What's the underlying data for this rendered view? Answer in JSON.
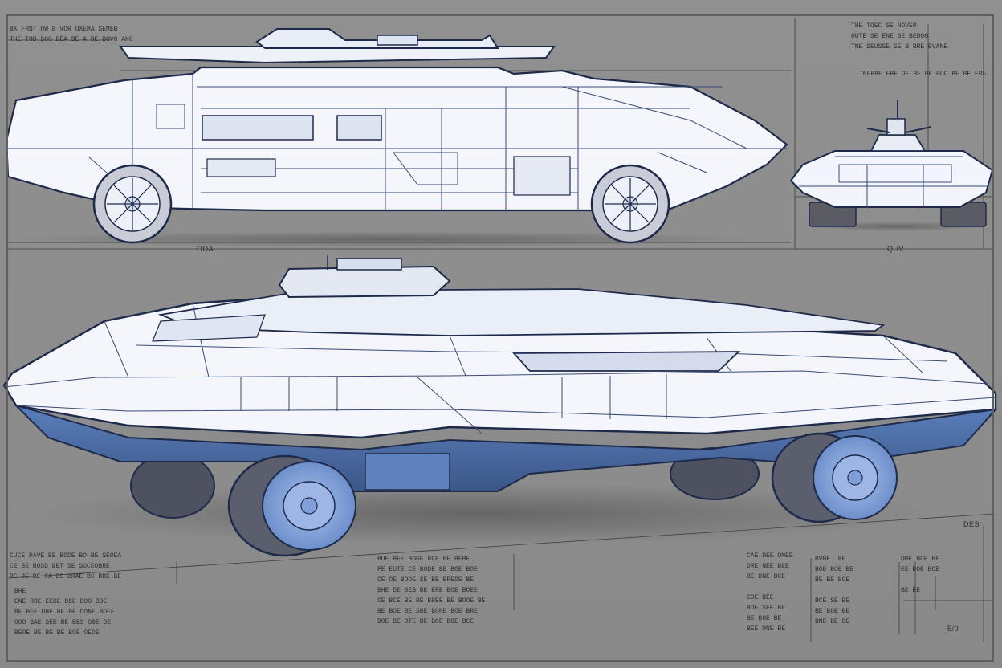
{
  "sheet": {
    "colors": {
      "background": "#8e8e8e",
      "hull_fill": "#f4f6fb",
      "linework": "#1e2a4a",
      "underbody_blue": "#4a6fa8",
      "wheel_blue": "#7f9fd8",
      "shadow": "#6f6f6f"
    },
    "views": [
      "side-elevation",
      "front-elevation",
      "perspective"
    ]
  },
  "labels": {
    "side_view_tag": "ODA",
    "front_view_tag": "QUV",
    "perspective_tag": "DES",
    "corner_tag": "5/0"
  },
  "notes": {
    "top_left": "BK FRNT OW B VOR OXEMA SEMEB\nTHE TOB BOO BÈA BE A BE BOVO ANO",
    "top_right_header": "THE TOEC SE NOVER\nOUTE SE ENE SE BEDOG\nTNE SEUSSE SE B BRE EVANE",
    "top_right_sub": "TNEBBE EBE OE BE BE BOO BE BE ERE",
    "bottom_left": "CUCE PAVE BE BODE BO BE SEOEA\nCE BE BOSD BET SE SOCEOBRE\nRE BE BE CA BS BRAE BC BBE BE",
    "bottom_left_2": "BHE\nENE ROE EESE BSE BOO BOE\nBE BEE DBE BE BE DONE BOEE\nOOO BAE SEE BE BBS OBE OE\nBEOE BE BE BE BOE OEDE",
    "bottom_center": "BUE BEE BOGE BCE BE BEBE\nFE EUTE CE BODE BE BOE BOE\nCE OE BOOE SE BE BREDE BE\nBHE DE BES BE ERB BOE BOEE\nCE BCE BE BE BREE BE BOOE BE\nBE BOE BE SBE BONE BOE BRE\nBOE BE OTE BE BOE BOE BCE",
    "bottom_right_1": "CAE DEE ONEE\nDRE NEE BEE\nBE BNE BCE\n\nCOE BEE\nBOE SEE BE\nBE BOE BE\nBEE DNE BE",
    "bottom_right_2": "BVBE  BE\nBOE BOE BE\nBE BE BOE\n\nBCE SE BE\nBE BOE BE\nBNE BE BE",
    "bottom_right_3": "OBE BOE BE\nEE BOE BCE\n\nBE BE"
  }
}
